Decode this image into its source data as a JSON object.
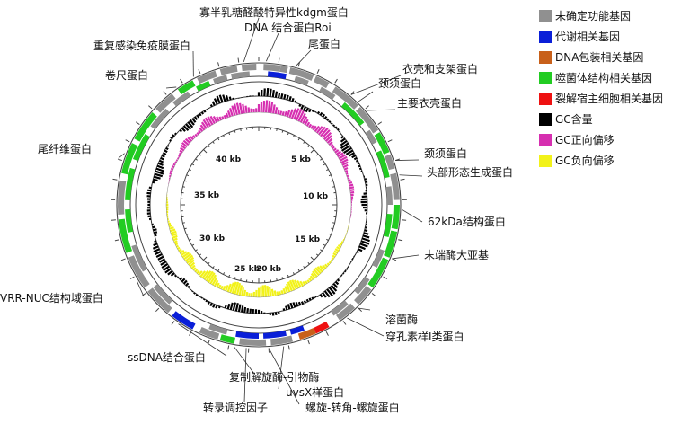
{
  "legend": [
    {
      "label": "未确定功能基因",
      "color": "#909090"
    },
    {
      "label": "代谢相关基因",
      "color": "#0a1fd8"
    },
    {
      "label": "DNA包装相关基因",
      "color": "#c8601a"
    },
    {
      "label": "噬菌体结构相关基因",
      "color": "#22cc22"
    },
    {
      "label": "裂解宿主细胞相关基因",
      "color": "#ee1111"
    },
    {
      "label": "GC含量",
      "color": "#000000"
    },
    {
      "label": "GC正向偏移",
      "color": "#d62fb0"
    },
    {
      "label": "GC负向偏移",
      "color": "#f2f21a"
    }
  ],
  "scale_labels": [
    "5 kb",
    "10 kb",
    "15 kb",
    "20 kb",
    "25 kb",
    "30 kb",
    "35 kb",
    "40 kb"
  ],
  "callouts": [
    "寡半乳糖醛酸特异性kdgm蛋白",
    "DNA 结合蛋白Roi",
    "尾蛋白",
    "重复感染免疫膜蛋白",
    "卷尺蛋白",
    "衣壳和支架蛋白",
    "颈须蛋白",
    "主要衣壳蛋白",
    "尾纤维蛋白",
    "颈须蛋白",
    "头部形态生成蛋白",
    "62kDa结构蛋白",
    "末端酶大亚基",
    "VRR-NUC结构域蛋白",
    "溶菌酶",
    "穿孔素样I类蛋白",
    "ssDNA结合蛋白",
    "复制解旋酶-引物酶",
    "uvsX样蛋白",
    "转录调控因子",
    "螺旋-转角-螺旋蛋白"
  ]
}
